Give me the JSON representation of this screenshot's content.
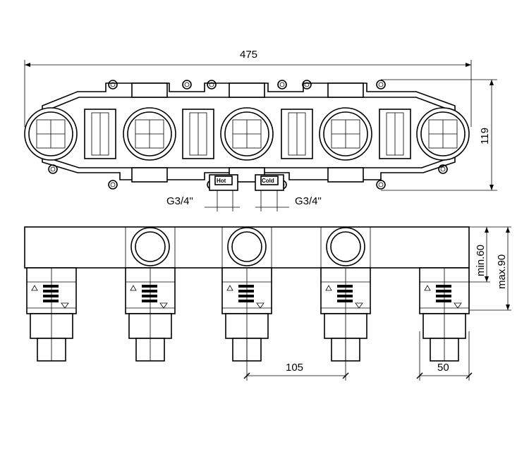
{
  "top_view": {
    "overall_width": "475",
    "overall_height": "119",
    "hot_label": "Hot",
    "cold_label": "Cold",
    "inlet_left": "G3/4\"",
    "inlet_right": "G3/4\""
  },
  "side_view": {
    "min_depth": "min.60",
    "max_depth": "max.90",
    "pitch": "105",
    "outlet_width": "50"
  }
}
